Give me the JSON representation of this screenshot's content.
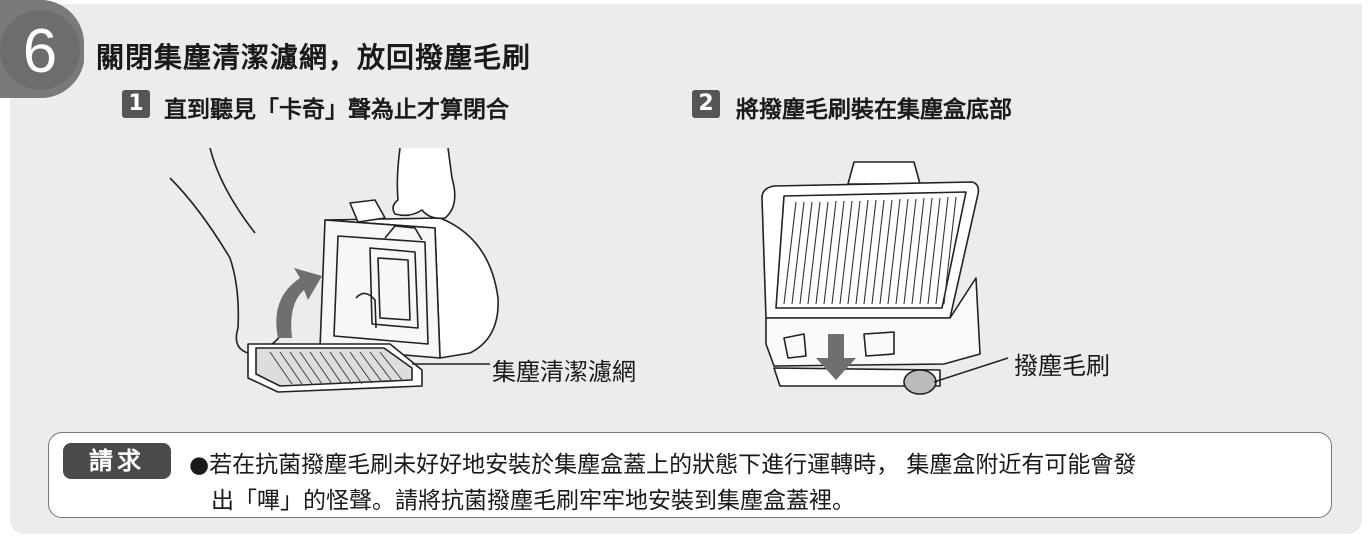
{
  "step": {
    "number": "6",
    "title": "關閉集塵清潔濾網，放回撥塵毛刷"
  },
  "substeps": [
    {
      "number": "1",
      "text": "直到聽見「卡奇」聲為止才算閉合"
    },
    {
      "number": "2",
      "text": "將撥塵毛刷裝在集塵盒底部"
    }
  ],
  "callouts": {
    "filter": "集塵清潔濾網",
    "brush": "撥塵毛刷"
  },
  "note": {
    "tag": "請求",
    "line1": "●若在抗菌撥塵毛刷未好好地安裝於集塵盒蓋上的狀態下進行運轉時， 集塵盒附近有可能會發",
    "line2": "出「嗶」的怪聲。請將抗菌撥塵毛刷牢牢地安裝到集塵盒蓋裡。"
  }
}
